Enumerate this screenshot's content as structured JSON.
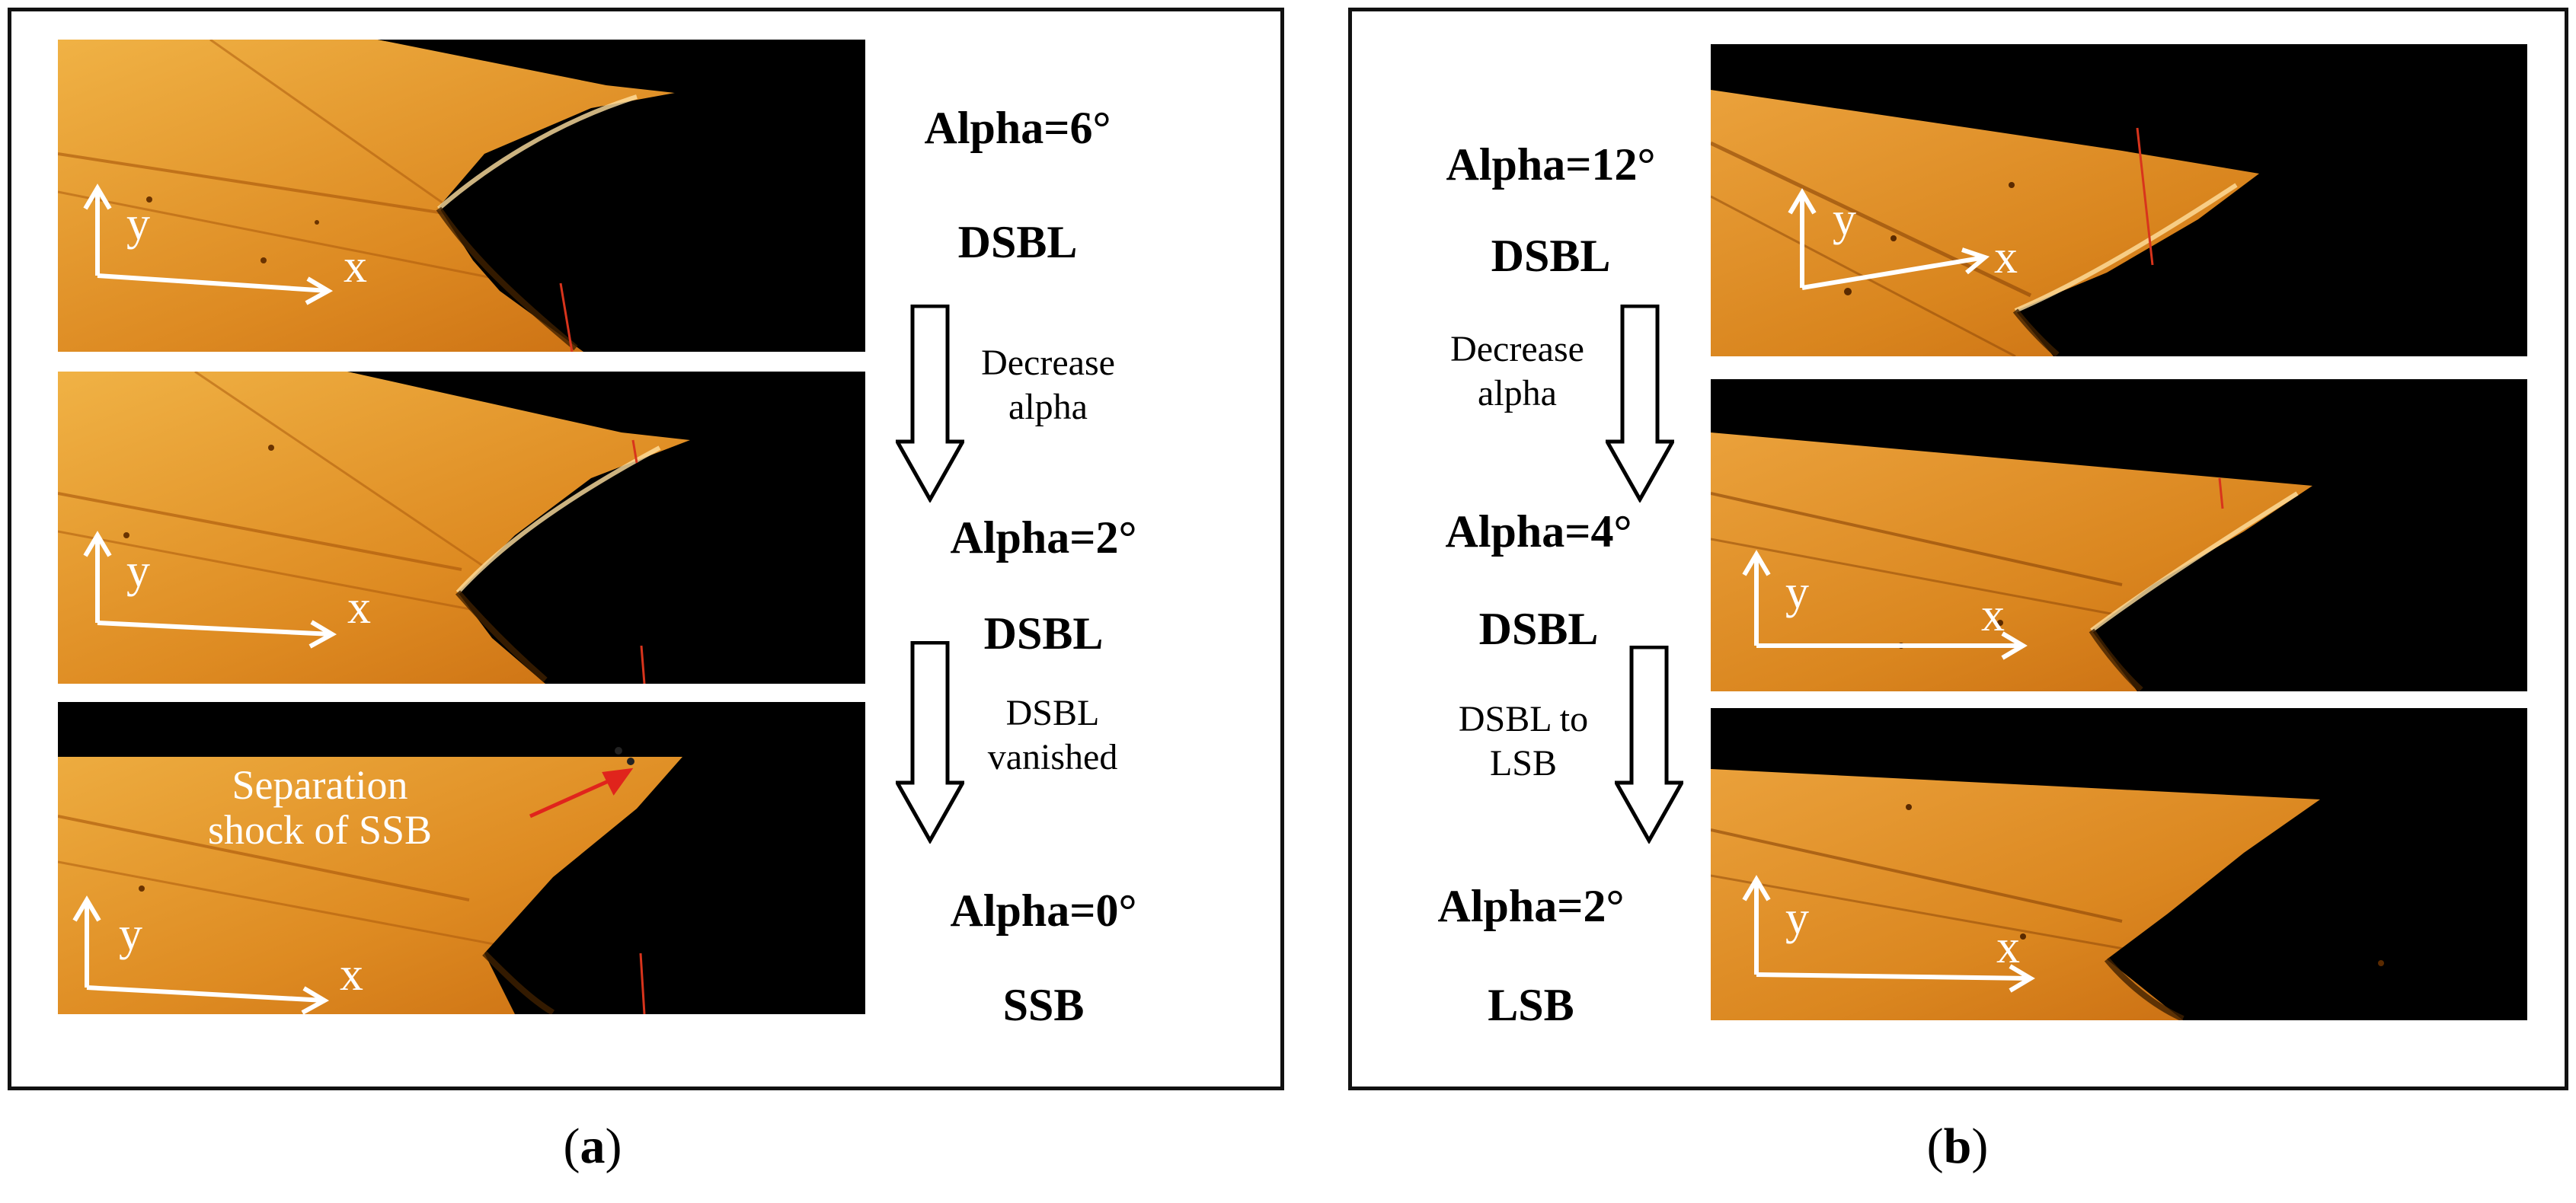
{
  "colors": {
    "flow_light": "#f2b040",
    "flow_dark": "#c86408",
    "shadow": "#000000",
    "axis": "#ffffff",
    "annotation_arrow": "#e0241c",
    "frame": "#111111"
  },
  "panel_a": {
    "caption_open": "(",
    "caption_letter": "a",
    "caption_close": ")",
    "frames": [
      {
        "state": "Alpha=6°",
        "regime": "DSBL",
        "axis_x": "x",
        "axis_y": "y"
      },
      {
        "state": "Alpha=2°",
        "regime": "DSBL",
        "axis_x": "x",
        "axis_y": "y"
      },
      {
        "state": "Alpha=0°",
        "regime": "SSB",
        "axis_x": "x",
        "axis_y": "y",
        "annotation_line1": "Separation",
        "annotation_line2": "shock of SSB"
      }
    ],
    "transitions": [
      {
        "line1": "Decrease",
        "line2": "alpha"
      },
      {
        "line1": "DSBL",
        "line2": "vanished"
      }
    ]
  },
  "panel_b": {
    "caption_open": "(",
    "caption_letter": "b",
    "caption_close": ")",
    "frames": [
      {
        "state": "Alpha=12°",
        "regime": "DSBL",
        "axis_x": "x",
        "axis_y": "y"
      },
      {
        "state": "Alpha=4°",
        "regime": "DSBL",
        "axis_x": "x",
        "axis_y": "y"
      },
      {
        "state": "Alpha=2°",
        "regime": "LSB",
        "axis_x": "x",
        "axis_y": "y"
      }
    ],
    "transitions": [
      {
        "line1": "Decrease",
        "line2": "alpha"
      },
      {
        "line1": "DSBL to",
        "line2": "LSB"
      }
    ]
  }
}
